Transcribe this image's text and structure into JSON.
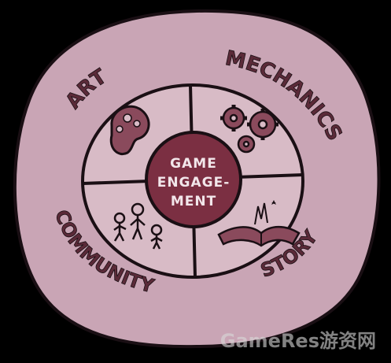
{
  "diagram": {
    "center": {
      "lines": [
        "GAME",
        "ENGAGE-",
        "MENT"
      ]
    },
    "quadrants": [
      {
        "key": "art",
        "label": "ART",
        "icon": "palette-icon"
      },
      {
        "key": "mechanics",
        "label": "MECHANICS",
        "icon": "gears-icon"
      },
      {
        "key": "community",
        "label": "COMMUNITY",
        "icon": "people-icon"
      },
      {
        "key": "story",
        "label": "STORY",
        "icon": "open-book-icon"
      }
    ]
  },
  "watermark": "GameRes游资网",
  "colors": {
    "background": "#000000",
    "blob": "#c9a5b5",
    "ring": "#c8a1b1",
    "quadrant_fill": "#d8bbc6",
    "center_fill": "#7b2f42",
    "center_text": "#f2e6ea",
    "outline": "#1a0f14",
    "icon_fill": "#8a4a5c"
  }
}
